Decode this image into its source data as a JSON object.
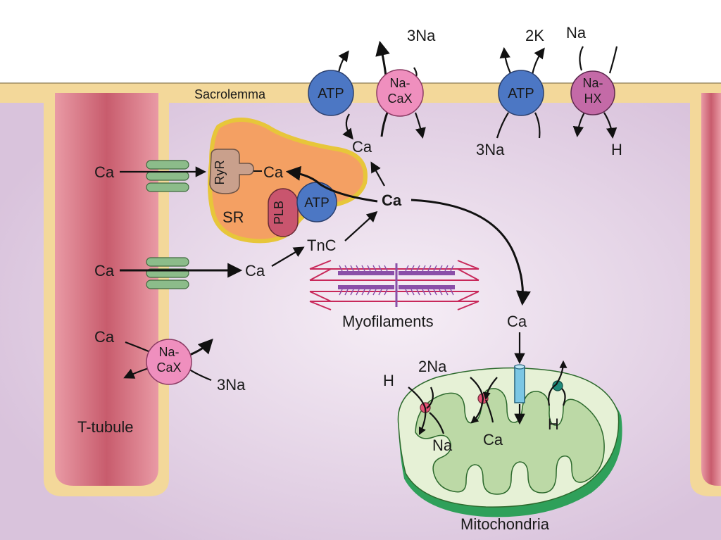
{
  "colors": {
    "cytoplasm": "#d9c3dc",
    "membrane": "#f3d89a",
    "ttubule": "#d9707f",
    "sr": "#f4a063",
    "sr_border": "#e7c63a",
    "atp": "#4c77c4",
    "nacax": "#ef8fbe",
    "nahx": "#c46aa7",
    "plb": "#c9556e",
    "ryr": "#c9a08c",
    "channel": "#8cbc8a",
    "mito_outer": "#2fa05a",
    "mito_inner": "#bcd9a6",
    "myofil_red": "#c8285a",
    "myofil_purple": "#8a4fa8"
  },
  "labels": {
    "sacrolemma": "Sacrolemma",
    "t_tubule": "T-tubule",
    "sr": "SR",
    "myofilaments": "Myofilaments",
    "mitochondria": "Mitochondria",
    "tnc": "TnC"
  },
  "transporters": {
    "atp": "ATP",
    "plb": "PLB",
    "ryr": "RyR",
    "nacax_line1": "Na-",
    "nacax_line2": "CaX",
    "nahx_line1": "Na-",
    "nahx_line2": "HX"
  },
  "ions": {
    "ca": "Ca",
    "na": "Na",
    "h": "H",
    "three_na": "3Na",
    "two_k": "2K",
    "two_na": "2Na"
  }
}
